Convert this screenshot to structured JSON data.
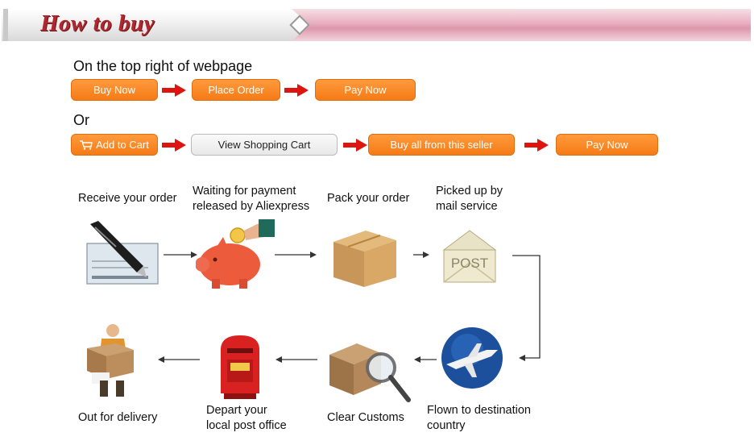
{
  "banner": {
    "title": "How to buy"
  },
  "option1": {
    "heading": "On the top right of webpage",
    "buttons": [
      "Buy Now",
      "Place Order",
      "Pay Now"
    ]
  },
  "option2": {
    "heading": "Or",
    "buttons": [
      "Add to Cart",
      "View Shopping Cart",
      "Buy all from this seller",
      "Pay Now"
    ]
  },
  "steps": [
    {
      "label": "Receive your order",
      "icon": "check-pen-icon"
    },
    {
      "label": "Waiting for payment\nreleased by Aliexpress",
      "icon": "piggy-bank-icon"
    },
    {
      "label": "Pack your order",
      "icon": "cardboard-box-icon"
    },
    {
      "label": "Picked up by\nmail service",
      "icon": "post-envelope-icon"
    },
    {
      "label": "Flown to destination\ncountry",
      "icon": "airplane-globe-icon"
    },
    {
      "label": "Clear Customs",
      "icon": "magnifier-box-icon"
    },
    {
      "label": "Depart your\nlocal post office",
      "icon": "red-mailbox-icon"
    },
    {
      "label": "Out for delivery",
      "icon": "courier-icon"
    }
  ],
  "post_text": "POST",
  "colors": {
    "button_orange": "#f57b16",
    "arrow_red": "#e0140f",
    "banner_title": "#b0272f"
  }
}
